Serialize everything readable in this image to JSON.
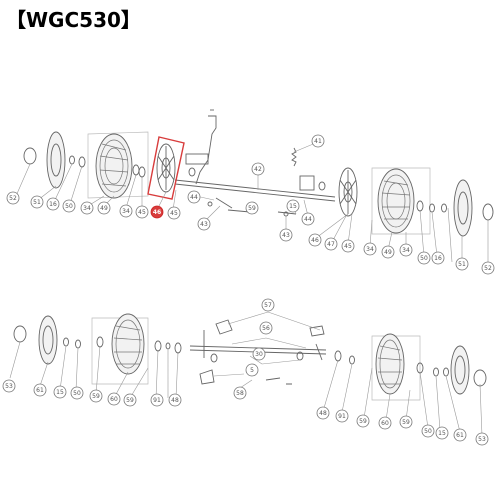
{
  "title": "【WGC530】",
  "highlight_color": "#d83c3c",
  "highlight_label": "46",
  "callouts_upper_left": [
    "52",
    "51",
    "16",
    "50",
    "34",
    "49",
    "34",
    "45",
    "46",
    "45"
  ],
  "callouts_upper_mid": [
    "41",
    "42",
    "44",
    "43",
    "59",
    "43",
    "15",
    "44"
  ],
  "callouts_upper_right": [
    "46",
    "47",
    "45",
    "34",
    "49",
    "34",
    "50",
    "16",
    "51",
    "52"
  ],
  "callouts_lower_left": [
    "53",
    "61",
    "15",
    "50",
    "59",
    "60",
    "59",
    "91",
    "48"
  ],
  "callouts_lower_mid": [
    "57",
    "56",
    "30",
    "5",
    "58"
  ],
  "callouts_lower_right": [
    "48",
    "91",
    "59",
    "60",
    "59",
    "50",
    "15",
    "61",
    "53"
  ]
}
